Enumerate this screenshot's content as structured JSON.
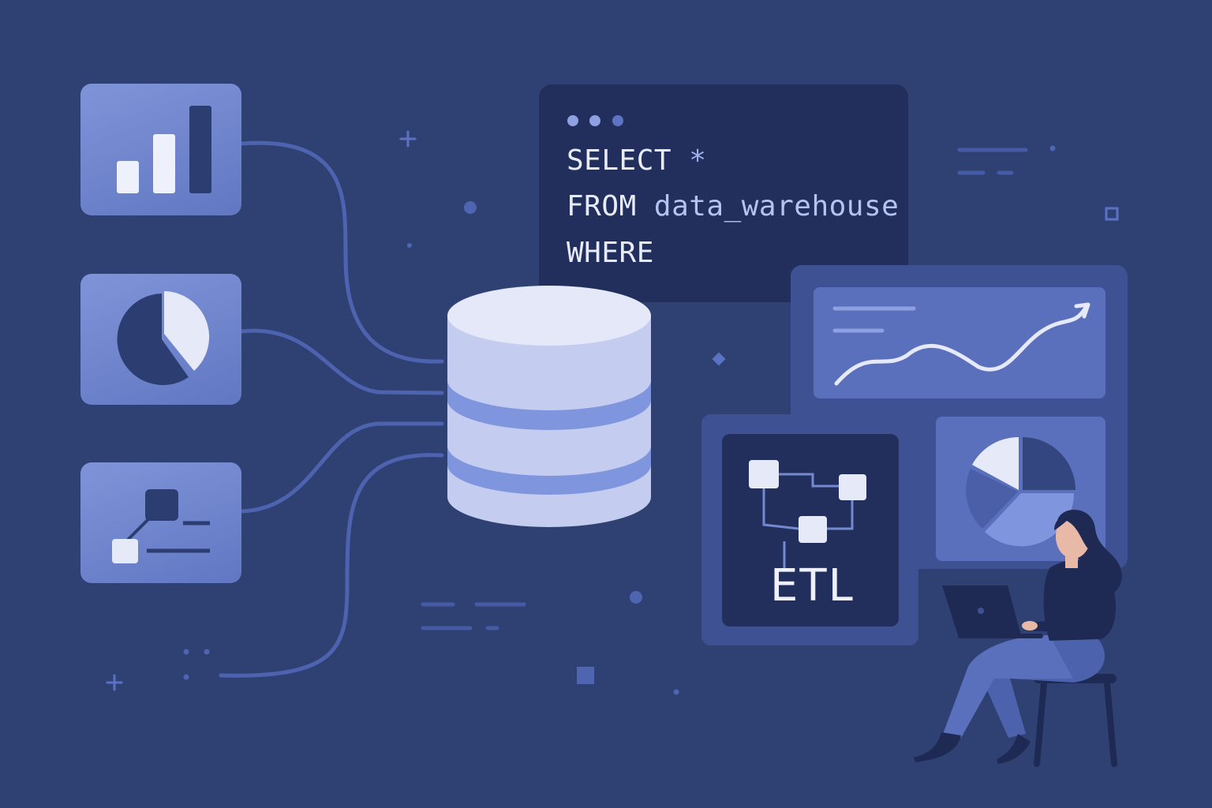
{
  "code_window": {
    "line_1": {
      "keyword": "SELECT",
      "operand": "*"
    },
    "line_2": {
      "keyword": "FROM",
      "operand": "data_warehouse"
    },
    "line_3": {
      "keyword": "WHERE"
    }
  },
  "etl_panel": {
    "label": "ETL"
  },
  "source_cards": [
    {
      "icon": "bar-chart-icon"
    },
    {
      "icon": "pie-chart-icon"
    },
    {
      "icon": "node-diagram-icon"
    }
  ],
  "colors": {
    "background": "#2f4173",
    "card": "#7489d1",
    "code_window": "#222f5c",
    "database": "#c4cdf0",
    "database_band": "#7f95dd",
    "dashboard": "#3e5293",
    "etl_box": "#222f5c"
  }
}
